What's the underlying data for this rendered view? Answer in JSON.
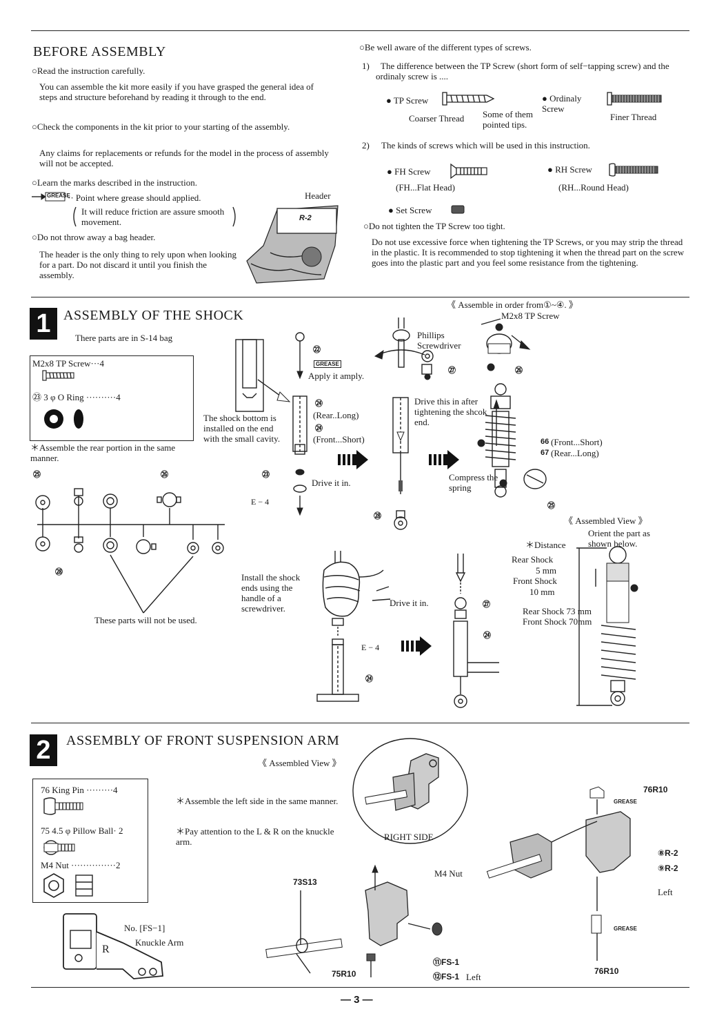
{
  "before": {
    "title": "BEFORE ASSEMBLY",
    "read": "○Read the instruction carefully.",
    "read_body": "You can assemble the kit more easily if you have grasped the general idea of steps and structure beforehand by reading it through to the end.",
    "check": "○Check the components in the kit prior to your starting of the assembly.",
    "claims": "Any claims for replacements or refunds for the model in the process of assembly will not be accepted.",
    "learn": "○Learn the marks described in the instruction.",
    "grease_tag": "GREASE",
    "grease_point": "·· Point where grease should applied.",
    "grease_note": "It will reduce friction are assure smooth movement.",
    "header_label": "Header",
    "bag_code": "R-2",
    "no_throw": "○Do not throw away a bag header.",
    "header_body": "The header is the only thing to rely upon when looking for a part. Do not discard it until you finish the assembly."
  },
  "screws": {
    "aware": "○Be well aware of the different types of screws.",
    "diff_num": "1)",
    "diff": "The difference between the TP Screw (short form of self−tapping screw) and the ordinaly screw is ....",
    "tp": "● TP Screw",
    "coarser": "Coarser Thread",
    "pointed": "Some of them pointed tips.",
    "ordinaly": "● Ordinaly Screw",
    "finer": "Finer Thread",
    "kinds_num": "2)",
    "kinds": "The kinds of screws which will be used in this instruction.",
    "fh": "● FH Screw",
    "fh_sub": "(FH...Flat Head)",
    "rh": "● RH Screw",
    "rh_sub": "(RH...Round Head)",
    "set": "● Set Screw",
    "no_tight": "○Do not tighten the TP Screw too tight.",
    "no_tight_body": "Do not use excessive force when tightening the TP Screws, or you may strip the thread in the plastic. It is recommended to stop tightening it when the thread part on the screw goes into the plastic part and you feel some resistance from the tightening."
  },
  "shock": {
    "num": "1",
    "title": "ASSEMBLY OF THE SHOCK",
    "bag": "There parts are in S-14 bag",
    "part1": "M2x8 TP Screw···4",
    "part2": "㉓ 3 φ O Ring ··········4",
    "rear_note": "＊Assemble the rear portion in the same manner.",
    "not_used": "These parts will not be used.",
    "bottom_note": "The shock bottom is installed on the end with the small cavity.",
    "apply": "Apply it amply.",
    "rear_long": "(Rear..Long)",
    "front_short": "(Front...Short)",
    "drive_in": "Drive it in.",
    "e4": "E − 4",
    "phillips": "Phillips Screwdriver",
    "drive_this": "Drive this in after tightening the shcok end.",
    "order": "《 Assemble in order from①~④. 》",
    "m2x8": "M2x8 TP Screw",
    "front_short2": "(Front...Short)",
    "rear_long2": "(Rear...Long)",
    "compress": "Compress the spring",
    "assembled": "《 Assembled View 》",
    "orient": "Orient the part as shown below.",
    "distance": "＊Distance",
    "rear_shock": "Rear Shock",
    "rear_mm": "5 mm",
    "front_shock": "Front Shock",
    "front_mm": "10 mm",
    "rear_len": "Rear Shock 73 mm",
    "front_len": "Front Shock 70mm",
    "install": "Install the shock ends using the handle of a screwdriver.",
    "drive_in2": "Drive it in.",
    "e4b": "E − 4",
    "n72": "㉒",
    "n24": "㉔",
    "n23": "㉓",
    "n27": "㉗",
    "n28": "㉘",
    "n26": "㉖",
    "n25": "㉕",
    "n66": "66",
    "n67": "67"
  },
  "front": {
    "num": "2",
    "title": "ASSEMBLY OF FRONT SUSPENSION ARM",
    "assembled": "《 Assembled View 》",
    "king": "76 King Pin ·········4",
    "pillow": "75 4.5 φ Pillow Ball· 2",
    "nut": "M4 Nut ···············2",
    "left_note": "＊Assemble the left side in the same manner.",
    "lr_note": "＊Pay attention to the L & R on the knuckle arm.",
    "right_side": "RIGHT SIDE",
    "fs1": "No. [FS−1]",
    "knuckle": "Knuckle Arm",
    "s13": "73S13",
    "m4nut": "M4 Nut",
    "r10": "75R10",
    "fs1a": "⑪FS-1",
    "fs1b": "⑫FS-1",
    "left_small": "Left",
    "r10b": "76R10",
    "r2a": "⑧R-2",
    "r2b": "⑨R-2",
    "left": "Left",
    "r10c": "76R10"
  },
  "footer": {
    "page": "— 3 —"
  }
}
